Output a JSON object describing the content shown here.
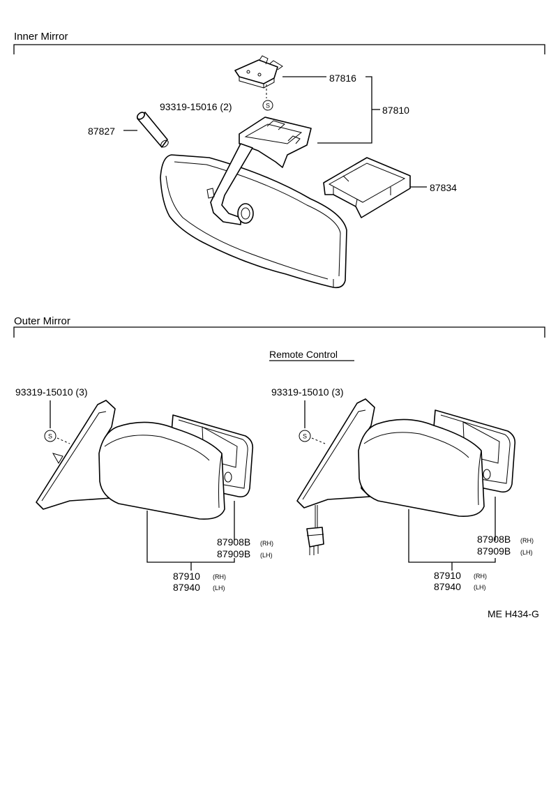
{
  "sections": {
    "inner": {
      "title": "Inner Mirror"
    },
    "outer": {
      "title": "Outer Mirror",
      "remote_title": "Remote Control"
    }
  },
  "inner_labels": {
    "holder": "87816",
    "screw": "93319-15016 (2)",
    "mirror_assy": "87810",
    "lamp": "87827",
    "cover": "87834"
  },
  "outer_left": {
    "screw": "93319-15010 (3)",
    "glass_rh": "87908B",
    "glass_rh_side": "(RH)",
    "glass_lh": "87909B",
    "glass_lh_side": "(LH)",
    "assy_rh": "87910",
    "assy_rh_side": "(RH)",
    "assy_lh": "87940",
    "assy_lh_side": "(LH)"
  },
  "outer_right": {
    "screw": "93319-15010 (3)",
    "glass_rh": "87908B",
    "glass_rh_side": "(RH)",
    "glass_lh": "87909B",
    "glass_lh_side": "(LH)",
    "assy_rh": "87910",
    "assy_rh_side": "(RH)",
    "assy_lh": "87940",
    "assy_lh_side": "(LH)"
  },
  "screw_mark": "S",
  "drawing_code": "ME H434-G"
}
